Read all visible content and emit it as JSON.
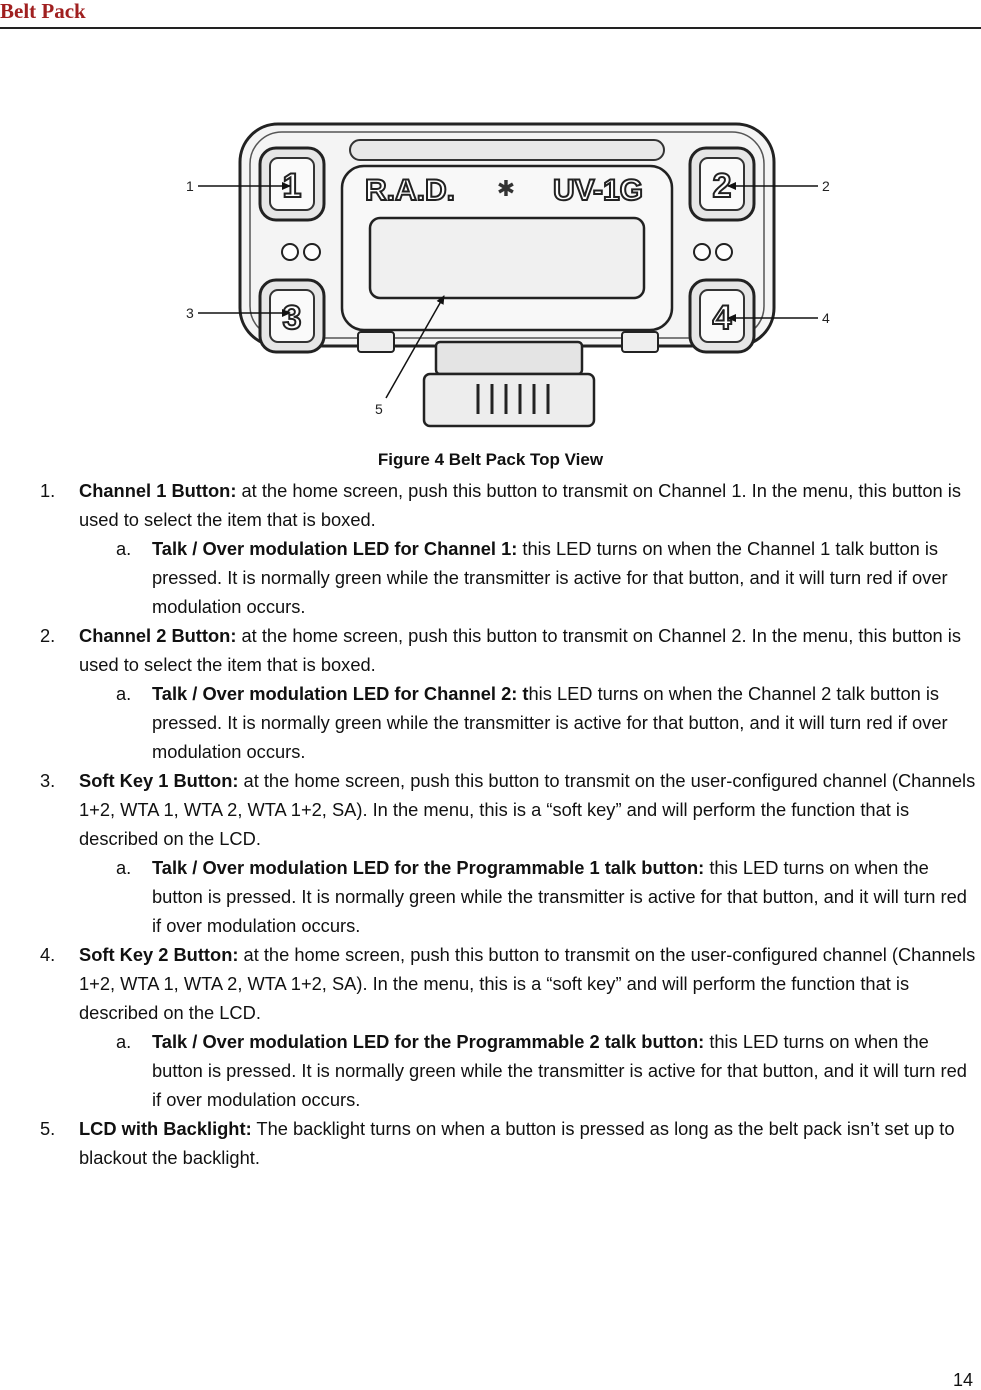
{
  "header": {
    "title": "Belt Pack"
  },
  "figure": {
    "caption": "Figure 4 Belt Pack Top View",
    "brand_left": "R.A.D.",
    "brand_right": "UV-1G",
    "buttons": [
      "1",
      "2",
      "3",
      "4"
    ],
    "callouts": [
      "1",
      "2",
      "3",
      "4",
      "5"
    ]
  },
  "items": [
    {
      "num": "1.",
      "term": "Channel 1 Button:",
      "text": " at the home screen, push this button to transmit on Channel 1. In the menu, this button is used to select the item that is boxed.",
      "sub": {
        "num": "a.",
        "term": "Talk / Over modulation LED for Channel 1:",
        "text": " this LED turns on when the Channel 1 talk button is pressed. It is normally green while the transmitter is active for that button, and it will turn red if over modulation occurs."
      }
    },
    {
      "num": "2.",
      "term": "Channel 2 Button:",
      "text": " at the home screen, push this button to transmit on Channel 2. In the menu, this button is used to select the item that is boxed.",
      "sub": {
        "num": "a.",
        "term": "Talk / Over modulation LED for Channel 2: t",
        "text": "his LED turns on when the Channel 2 talk button is pressed. It is normally green while the transmitter is active for that button, and it will turn red if over modulation occurs."
      }
    },
    {
      "num": "3.",
      "term": "Soft Key 1 Button:",
      "text": " at the home screen, push this button to transmit on the user-configured channel (Channels 1+2, WTA 1, WTA 2, WTA 1+2, SA). In the menu, this is a “soft key” and will perform the function that is described on the LCD.",
      "sub": {
        "num": "a.",
        "term": "Talk / Over modulation LED for the Programmable 1 talk button:",
        "text": " this LED turns on when the button is pressed. It is normally green while the transmitter is active for that button, and it will turn red if over modulation occurs."
      }
    },
    {
      "num": "4.",
      "term": "Soft Key 2 Button:",
      "text": " at the home screen, push this button to transmit on the user-configured channel (Channels 1+2, WTA 1, WTA 2, WTA 1+2, SA). In the menu, this is a “soft key” and will perform the function that is described on the LCD.",
      "sub": {
        "num": "a.",
        "term": "Talk / Over modulation LED for the Programmable 2 talk button:",
        "text": " this LED turns on when the button is pressed. It is normally green while the transmitter is active for that button, and it will turn red if over modulation occurs."
      }
    },
    {
      "num": "5.",
      "term": "LCD with Backlight:",
      "text": " The backlight turns on when a button is pressed as long as the belt pack isn’t set up to blackout the backlight."
    }
  ],
  "page_number": "14"
}
